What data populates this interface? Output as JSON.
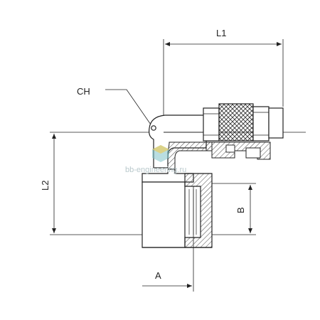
{
  "drawing": {
    "labels": {
      "L1": "L1",
      "L2": "L2",
      "CH": "CH",
      "B": "B",
      "A": "A"
    },
    "watermark_text": "bb-engineering.ru",
    "colors": {
      "line": "#222222",
      "hatch": "#555555",
      "watermark": "#b9c9cc",
      "watermark_cube_a": "#7fc3c9",
      "watermark_cube_b": "#f2c94c"
    }
  }
}
